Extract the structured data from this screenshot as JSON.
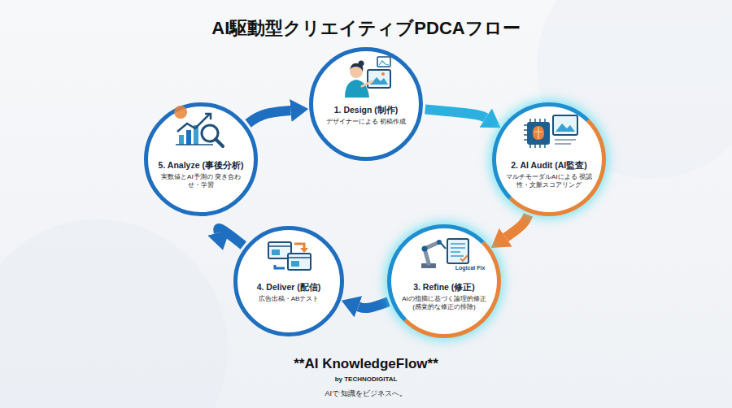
{
  "diagram": {
    "title": "AI駆動型クリエイティブPDCAフロー",
    "nodes": [
      {
        "text": [
          "1. Design (制作)",
          "デザイナーによる 初稿作成"
        ]
      },
      {
        "text": [
          "2. AI Audit (AI監査)",
          "マルチモーダルAIによる 視認性・文脈スコアリング"
        ]
      },
      {
        "text": [
          "3. Refine (修正)",
          "AIの指摘に基づく論理的修正 (感覚的な修正の排除)"
        ]
      },
      {
        "text": [
          "4. Deliver (配信)",
          "広告出稿・ABテスト"
        ]
      },
      {
        "text": [
          "5. Analyze (事後分析)",
          "実数値とAI予測の 突き合わせ・学習"
        ]
      }
    ],
    "edges": [
      {
        "from": 0,
        "to": 1,
        "arrow": "to"
      },
      {
        "from": 1,
        "to": 2,
        "arrow": "to"
      },
      {
        "from": 2,
        "to": 3,
        "arrow": "to"
      },
      {
        "from": 3,
        "to": 4,
        "arrow": "to"
      },
      {
        "from": 4,
        "to": 0,
        "arrow": "to"
      }
    ],
    "labels": [
      "Logical Fix",
      "**AI KnowledgeFlow**",
      "by TECHNODIGITAL",
      "AIで 知識をビジネスへ。"
    ]
  }
}
